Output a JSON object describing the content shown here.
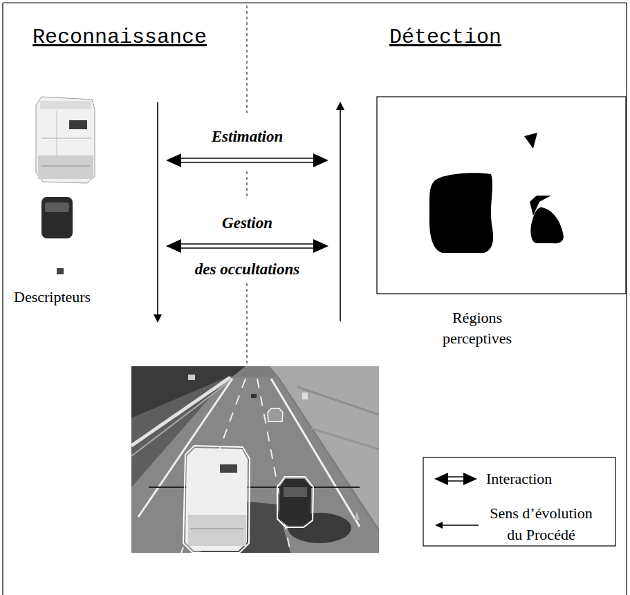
{
  "diagram": {
    "nodes": [
      {
        "text": [
          "Descripteurs"
        ]
      },
      {
        "text": [
          "Régions perceptives"
        ]
      }
    ],
    "edges": [
      {
        "from": 0,
        "to": 1,
        "arrow": "both",
        "label": "Estimation"
      },
      {
        "from": 0,
        "to": 1,
        "arrow": "both",
        "label": "Gestion des occultations"
      }
    ],
    "labels": [
      "Reconnaissance",
      "Détection"
    ],
    "legend": [
      {
        "text": "Interaction"
      },
      {
        "text": "Sens d’évolution du Procédé"
      }
    ]
  }
}
